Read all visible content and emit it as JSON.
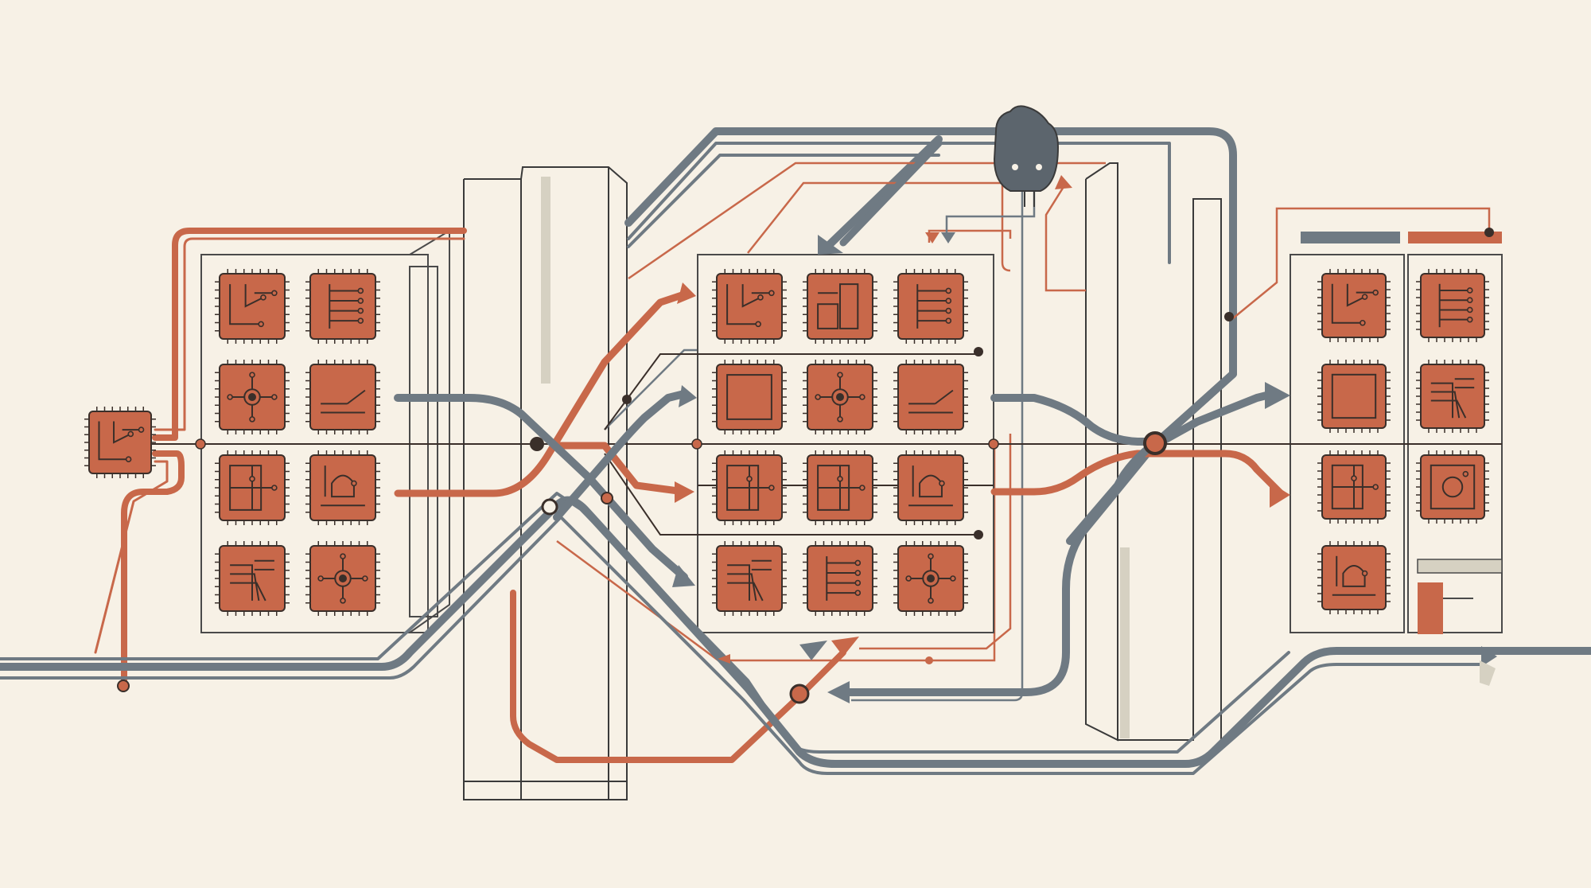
{
  "diagram": {
    "palette": {
      "background": "#f7f1e6",
      "copper": "#c8684a",
      "copper_dark": "#b65a3d",
      "gray": "#6f7a83",
      "gray_dark": "#5c656d",
      "ink": "#3a2f2a",
      "panel_line": "#4a4a4a",
      "panel_fill": "#f7f1e6",
      "accent_beige": "#d6d1c2"
    },
    "icons": {
      "source_chip": "chip-icon",
      "top_node": "processing-node-icon",
      "flow_arrow": "arrow-icon",
      "exit_arrow": "output-arrow-icon"
    },
    "boards": [
      {
        "id": "input-board",
        "rows": 4,
        "cols": 2
      },
      {
        "id": "middle-board",
        "rows": 4,
        "cols": 3
      },
      {
        "id": "output-board",
        "rows": 4,
        "cols": 2
      }
    ],
    "chip_glyphs": {
      "input-board": [
        "branch",
        "bus",
        "hub",
        "switch",
        "tree",
        "gate",
        "lines",
        "hub"
      ],
      "middle-board": [
        "branch",
        "blocks",
        "bus",
        "square",
        "hub",
        "switch",
        "tree",
        "tree",
        "gate",
        "lines",
        "bus",
        "hub"
      ],
      "output-board": [
        "branch",
        "bus",
        "square",
        "lines",
        "tree",
        "ring",
        "gate"
      ]
    }
  }
}
